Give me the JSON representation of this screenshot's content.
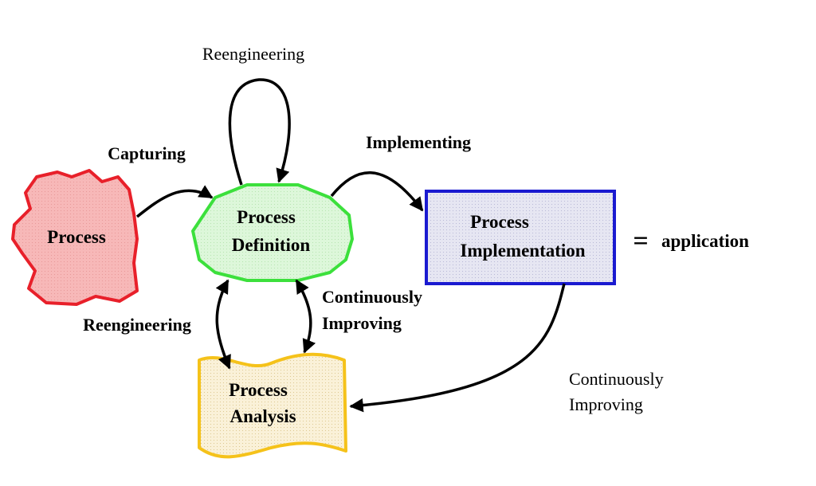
{
  "nodes": {
    "process": {
      "label": "Process",
      "fill": "#f7b8b8",
      "stroke": "#e8202a"
    },
    "definition": {
      "line1": "Process",
      "line2": "Definition",
      "fill": "#d8f5d4",
      "stroke": "#3ce03c"
    },
    "implementation": {
      "line1": "Process",
      "line2": "Implementation",
      "fill": "#e2e2f0",
      "stroke": "#1a1ad0"
    },
    "analysis": {
      "line1": "Process",
      "line2": "Analysis",
      "fill": "#f8efd4",
      "stroke": "#f5c21a"
    }
  },
  "edges": {
    "reengineering_top": "Reengineering",
    "capturing": "Capturing",
    "implementing": "Implementing",
    "continuously_mid_1": "Continuously",
    "continuously_mid_2": "Improving",
    "reengineering_left": "Reengineering",
    "continuously_right_1": "Continuously",
    "continuously_right_2": "Improving"
  },
  "equals_sign": "=",
  "application": "application"
}
